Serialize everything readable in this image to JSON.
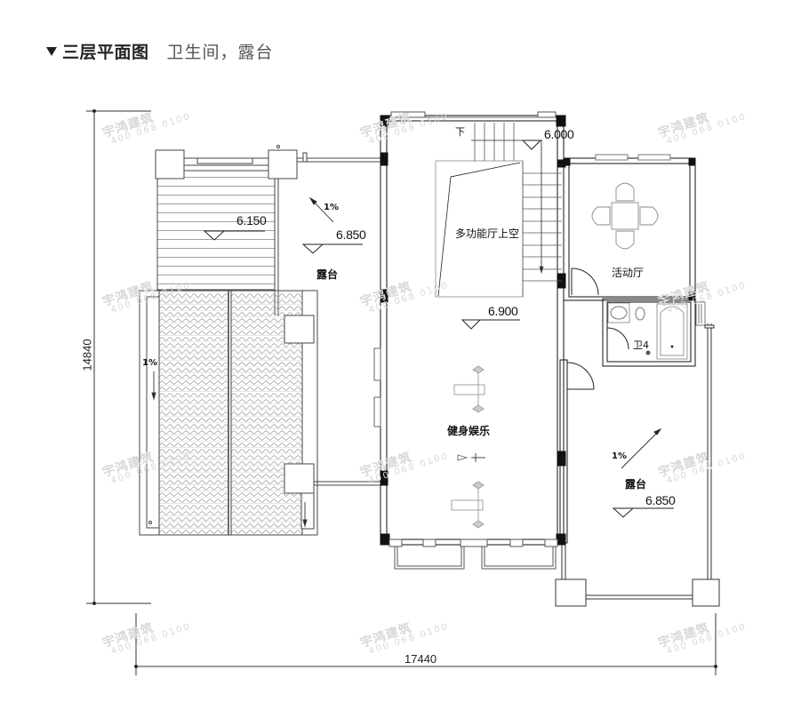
{
  "header": {
    "title": "三层平面图",
    "subtitle": "卫生间，露台"
  },
  "rooms": {
    "multi_hall_void": "多功能厅上空",
    "activity_hall": "活动厅",
    "bathroom": "卫4",
    "fitness": "健身娱乐",
    "terrace_left": "露台",
    "terrace_right": "露台"
  },
  "stair": {
    "down_label": "下"
  },
  "elevations": {
    "roof_left": "6.150",
    "terrace_left": "6.850",
    "stair_landing": "6.000",
    "fitness_floor": "6.900",
    "terrace_right": "6.850"
  },
  "slopes": {
    "terrace_left": "1%",
    "roof_gutter": "1%",
    "terrace_right": "1%"
  },
  "dimensions": {
    "total_width": "17440",
    "total_depth": "14840"
  },
  "watermark": {
    "brand": "宇鸿建筑",
    "phone": "400 068 0100"
  }
}
